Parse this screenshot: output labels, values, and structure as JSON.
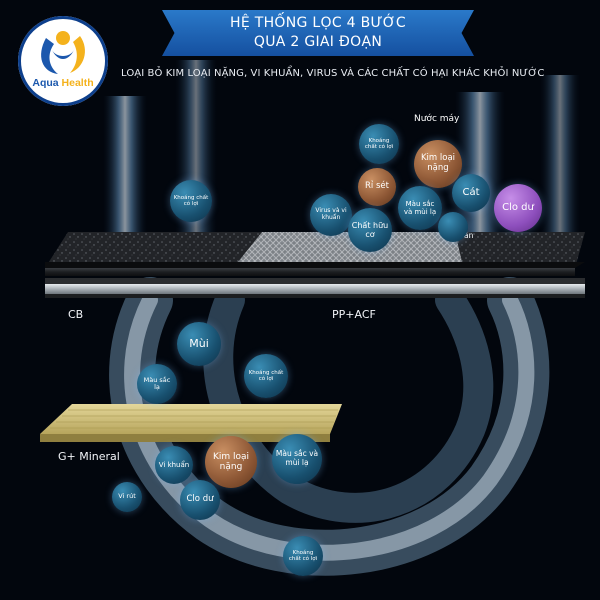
{
  "header": {
    "title_line1": "HỆ THỐNG LỌC 4 BƯỚC",
    "title_line2": "QUA 2 GIAI ĐOẠN",
    "subtitle": "LOẠI BỎ KIM LOẠI NẶNG, VI KHUẨN, VIRUS VÀ CÁC CHẤT CÓ HẠI KHÁC KHỎI NƯỚC"
  },
  "logo": {
    "brand_left": "Aqua",
    "brand_right": "Health"
  },
  "colors": {
    "banner": "#1f66b5",
    "logo_blue": "#1c58ad",
    "logo_gold": "#f4b21d",
    "bubble_blue": "#1e5f80",
    "bubble_brown": "#8c5634",
    "bubble_purple": "#8e4fbd",
    "mineral_layer": "#cfc07b"
  },
  "layers": {
    "cb": "CB",
    "pp_acf": "PP+ACF",
    "g_mineral": "G+ Mineral"
  },
  "source_label": "Nước máy",
  "bubbles_top": [
    {
      "id": "khoang-chat-top",
      "text": "Khoáng chất có lợi"
    },
    {
      "id": "kim-loai-top",
      "text": "Kim loại nặng"
    },
    {
      "id": "ri-set",
      "text": "Rỉ sét"
    },
    {
      "id": "cat",
      "text": "Cát"
    },
    {
      "id": "clo-du-top",
      "text": "Clo dư"
    },
    {
      "id": "virus-vi-khuan",
      "text": "Virus và vi khuẩn"
    },
    {
      "id": "mau-sac-top",
      "text": "Màu sắc và mùi lạ"
    },
    {
      "id": "chat-huu-co",
      "text": "Chất hữu cơ"
    },
    {
      "id": "khoang-chat-left",
      "text": "Khoáng chất có lợi"
    }
  ],
  "chat_ran_label": "Chất rắn",
  "bubbles_bottom": [
    {
      "id": "mui",
      "text": "Mùi"
    },
    {
      "id": "mau-sac-la-left",
      "text": "Màu sắc lạ"
    },
    {
      "id": "khoang-chat-mid",
      "text": "Khoáng chất có lợi"
    },
    {
      "id": "vi-khuan",
      "text": "Vi khuẩn"
    },
    {
      "id": "kim-loai-bottom",
      "text": "Kim loại nặng"
    },
    {
      "id": "mau-sac-bottom",
      "text": "Màu sắc và mùi lạ"
    },
    {
      "id": "vi-rut",
      "text": "Vi rút"
    },
    {
      "id": "clo-du-bottom",
      "text": "Clo dư"
    },
    {
      "id": "khoang-chat-bottom",
      "text": "Khoáng chất có lợi"
    }
  ]
}
